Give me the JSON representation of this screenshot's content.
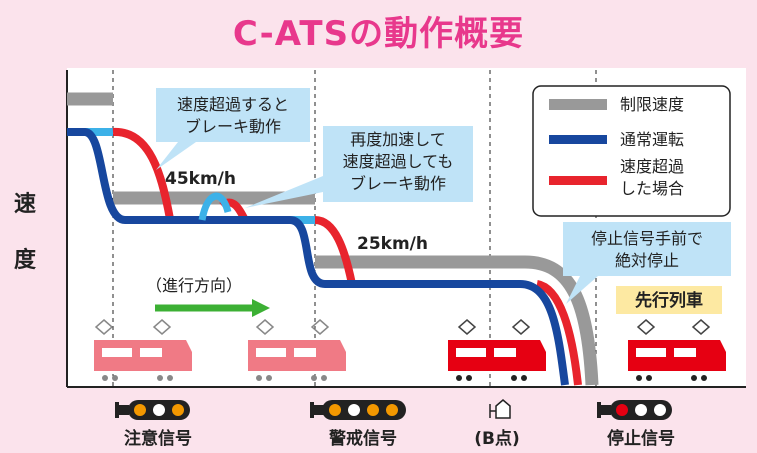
{
  "title": "C-ATSの動作概要",
  "y_axis": [
    "速",
    "度"
  ],
  "colors": {
    "limit": "#999999",
    "normal": "#17479e",
    "over": "#e8242d",
    "callout": "#bfe3f7",
    "accent_title": "#e8388c",
    "direction_arrow": "#3cb034",
    "train_faded": "#f07a85",
    "train": "#e60012"
  },
  "legend": [
    {
      "label": "制限速度",
      "color": "#999999"
    },
    {
      "label": "通常運転",
      "color": "#17479e"
    },
    {
      "label": "速度超過\nした場合",
      "color": "#e8242d"
    }
  ],
  "callouts": {
    "c1": "速度超過すると\nブレーキ動作",
    "c2": "再度加速して\n速度超過しても\nブレーキ動作",
    "c3": "停止信号手前で\n絶対停止"
  },
  "speeds": {
    "s45": "45km/h",
    "s25": "25km/h"
  },
  "direction_label": "（進行方向）",
  "preceding_train": "先行列車",
  "signals": {
    "caution": "注意信号",
    "warning": "警戒信号",
    "point_b": "(B点)",
    "stop": "停止信号"
  }
}
